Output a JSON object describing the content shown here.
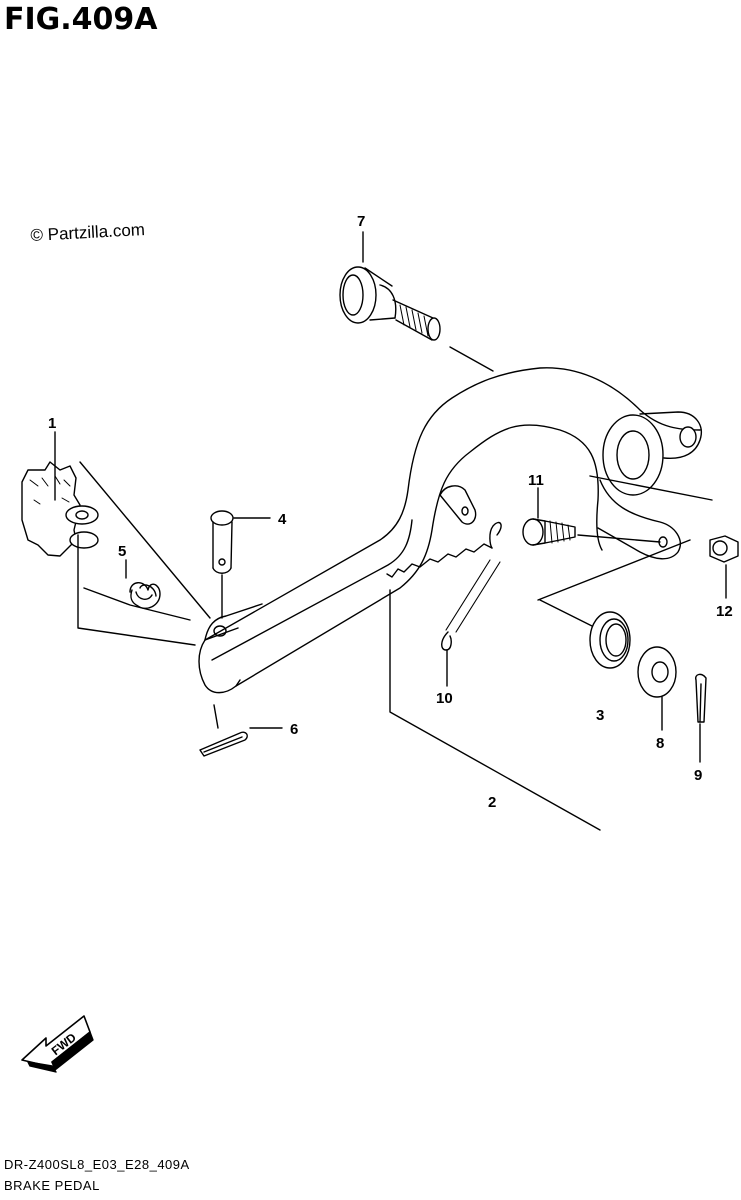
{
  "figure": {
    "title": "FIG.409A",
    "copyright": "© Partzilla.com",
    "footer_code": "DR-Z400SL8_E03_E28_409A",
    "footer_name": "BRAKE PEDAL"
  },
  "callouts": [
    "1",
    "2",
    "3",
    "4",
    "5",
    "6",
    "7",
    "8",
    "9",
    "10",
    "11",
    "12"
  ],
  "fwd_label": "FWD"
}
